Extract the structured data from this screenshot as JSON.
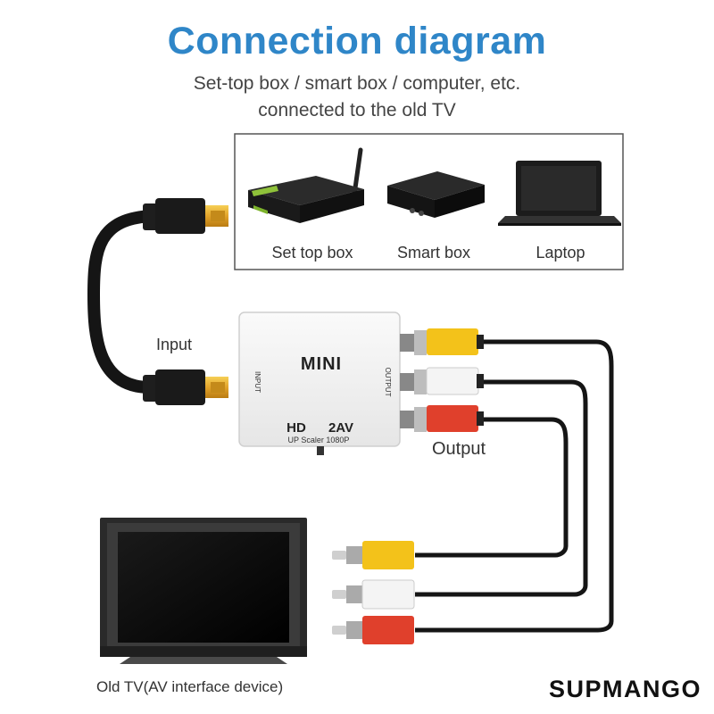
{
  "title": "Connection diagram",
  "subtitle_line1": "Set-top box / smart box / computer, etc.",
  "subtitle_line2": "connected to the old TV",
  "devices": {
    "set_top_box": "Set top box",
    "smart_box": "Smart box",
    "laptop": "Laptop"
  },
  "labels": {
    "input": "Input",
    "output": "Output",
    "old_tv": "Old TV(AV interface device)"
  },
  "converter": {
    "name": "MINI",
    "hd": "HD",
    "av": "2AV",
    "scaler": "UP Scaler 1080P",
    "port_input": "INPUT",
    "port_output": "OUTPUT"
  },
  "brand": "SUPMANGO",
  "colors": {
    "title_blue": "#2f86c8",
    "rca_yellow": "#f3c21a",
    "rca_white": "#f2f2f2",
    "rca_red": "#e0402c",
    "hdmi_gold": "#e2a32a"
  }
}
